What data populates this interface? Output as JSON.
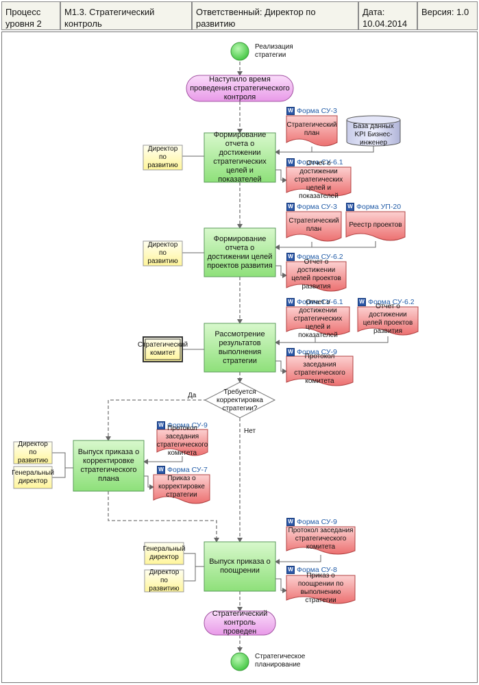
{
  "header": {
    "level": "Процесс уровня 2",
    "title": "М1.3.  Стратегический контроль",
    "owner": "Ответственный: Директор по развитию",
    "date": "Дата: 10.04.2014",
    "version": "Версия: 1.0"
  },
  "events": {
    "start": "Реализация стратегии",
    "end": "Стратегическое планирование"
  },
  "states": {
    "start": "Наступило время проведения стратегического контроля",
    "end": "Стратегический контроль проведен"
  },
  "processes": {
    "p1": "Формирование отчета о достижении стратегических целей и показателей",
    "p2": "Формирование отчета о достижении целей проектов развития",
    "p3": "Рассмотрение результатов выполнения стратегии",
    "p4": "Выпуск приказа о корректировке стратегического плана",
    "p5": "Выпуск приказа о поощрении"
  },
  "decision": {
    "text": "Требуется корректировка стратегии?",
    "yes": "Да",
    "no": "Нет"
  },
  "roles": {
    "r1": "Директор по развитию",
    "r2": "Директор по развитию",
    "r3": "Стратегический комитет",
    "r4a": "Директор по развитию",
    "r4b": "Генеральный директор",
    "r5a": "Генеральный директор",
    "r5b": "Директор по развитию"
  },
  "forms": {
    "f1a": "Форма СУ-3",
    "f1b": "Форма СУ-6.1",
    "f2a": "Форма СУ-3",
    "f2b": "Форма УП-20",
    "f2c": "Форма СУ-6.2",
    "f3a": "Форма СУ-6.1",
    "f3b": "Форма СУ-6.2",
    "f3c": "Форма СУ-9",
    "f4a": "Форма СУ-9",
    "f4b": "Форма СУ-7",
    "f5a": "Форма СУ-9",
    "f5b": "Форма СУ-8"
  },
  "documents": {
    "d1a": "Стратегический план",
    "d1b": "Отчет о достижении стратегических целей и показателей",
    "d2a": "Стратегический план",
    "d2b": "Реестр проектов",
    "d2c": "Отчет о достижении целей проектов развития",
    "d3a": "Отчет о достижении стратегических целей и показателей",
    "d3b": "Отчет о достижении целей проектов развития",
    "d3c": "Протокол заседания стратегического комитета",
    "d4a": "Протокол заседания стратегического комитета",
    "d4b": "Приказ о корректировке стратегии",
    "d5a": "Протокол заседания стратегического комитета",
    "d5b": "Приказ о поощрении по выполнению стратегии"
  },
  "database": "База данных KPI Бизнес-инженер",
  "colors": {
    "process_fill": "#b8f0a8",
    "state_fill": "#f2b8f2",
    "event_fill": "#6ce06c",
    "role_fill": "#ffffb0",
    "doc_fill": "#f08080",
    "form_link": "#1f5aa6"
  }
}
